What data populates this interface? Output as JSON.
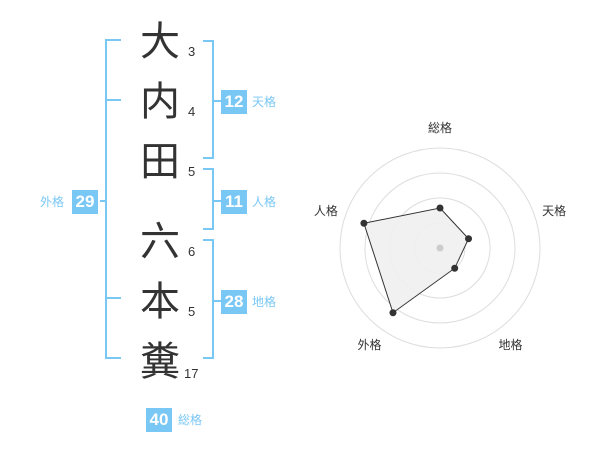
{
  "name": {
    "characters": [
      {
        "char": "大",
        "strokes": "3"
      },
      {
        "char": "内",
        "strokes": "4"
      },
      {
        "char": "田",
        "strokes": "5"
      },
      {
        "char": "六",
        "strokes": "6"
      },
      {
        "char": "本",
        "strokes": "5"
      },
      {
        "char": "糞",
        "strokes": "17"
      }
    ]
  },
  "fortune": {
    "tenkaku": {
      "value": "12",
      "label": "天格"
    },
    "jinkaku": {
      "value": "11",
      "label": "人格"
    },
    "chikaku": {
      "value": "28",
      "label": "地格"
    },
    "gaikaku": {
      "value": "29",
      "label": "外格"
    },
    "soukaku": {
      "value": "40",
      "label": "総格"
    }
  },
  "chart_data": {
    "type": "radar",
    "axes": [
      "総格",
      "天格",
      "地格",
      "外格",
      "人格"
    ],
    "values": [
      0.4,
      0.3,
      0.25,
      0.8,
      0.8
    ],
    "rings": 4,
    "colors": {
      "accent": "#79c7f5",
      "fill": "#f0f0f0",
      "line": "#333333",
      "grid": "#dddddd"
    }
  }
}
